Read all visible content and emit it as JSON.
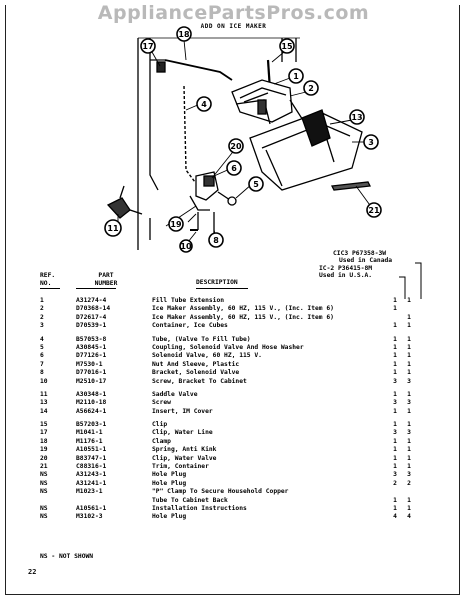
{
  "watermark": "AppliancePartsPros.com",
  "section_title": "ADD ON ICE MAKER",
  "callouts": [
    "17",
    "18",
    "15",
    "1",
    "2",
    "4",
    "13",
    "3",
    "20",
    "6",
    "5",
    "11",
    "19",
    "8",
    "10",
    "21"
  ],
  "used_in": {
    "line1": "CIC3 P67358-3W",
    "line2": "Used in Canada",
    "line3": "IC-2 P36415-8M",
    "line4": "Used in U.S.A."
  },
  "table": {
    "headers": {
      "ref": "REF.",
      "no": "NO.",
      "part": "PART",
      "number": "NUMBER",
      "description": "DESCRIPTION"
    },
    "rows": [
      {
        "ref": "1",
        "part": "A31274-4",
        "desc": "Fill Tube Extension",
        "q1": "1",
        "q2": "1",
        "gap": false
      },
      {
        "ref": "2",
        "part": "D70368-14",
        "desc": "Ice Maker Assembly, 60 HZ, 115 V., (Inc. Item 6)",
        "q1": "1",
        "q2": "",
        "gap": false
      },
      {
        "ref": "2",
        "part": "D72617-4",
        "desc": "Ice Maker Assembly, 60 HZ, 115 V., (Inc. Item 6)",
        "q1": "",
        "q2": "1",
        "gap": false
      },
      {
        "ref": "3",
        "part": "D70539-1",
        "desc": "Container, Ice Cubes",
        "q1": "1",
        "q2": "1",
        "gap": false
      },
      {
        "ref": "4",
        "part": "B57053-8",
        "desc": "Tube, (Valve To Fill Tube)",
        "q1": "1",
        "q2": "1",
        "gap": true
      },
      {
        "ref": "5",
        "part": "A30845-1",
        "desc": "Coupling, Solenoid Valve And Hose Washer",
        "q1": "1",
        "q2": "1",
        "gap": false
      },
      {
        "ref": "6",
        "part": "D77126-1",
        "desc": "Solenoid Valve, 60 HZ, 115 V.",
        "q1": "1",
        "q2": "1",
        "gap": false
      },
      {
        "ref": "7",
        "part": "M7530-1",
        "desc": "Nut And Sleeve, Plastic",
        "q1": "1",
        "q2": "1",
        "gap": false
      },
      {
        "ref": "8",
        "part": "D77016-1",
        "desc": "Bracket, Solenoid Valve",
        "q1": "1",
        "q2": "1",
        "gap": false
      },
      {
        "ref": "10",
        "part": "M2510-17",
        "desc": "Screw, Bracket To Cabinet",
        "q1": "3",
        "q2": "3",
        "gap": false
      },
      {
        "ref": "11",
        "part": "A30348-1",
        "desc": "Saddle Valve",
        "q1": "1",
        "q2": "1",
        "gap": true
      },
      {
        "ref": "13",
        "part": "M2110-18",
        "desc": "Screw",
        "q1": "3",
        "q2": "3",
        "gap": false
      },
      {
        "ref": "14",
        "part": "A56624-1",
        "desc": "Insert, IM Cover",
        "q1": "1",
        "q2": "1",
        "gap": false
      },
      {
        "ref": "15",
        "part": "B57203-1",
        "desc": "Clip",
        "q1": "1",
        "q2": "1",
        "gap": true
      },
      {
        "ref": "17",
        "part": "M1041-1",
        "desc": "Clip, Water Line",
        "q1": "3",
        "q2": "3",
        "gap": false
      },
      {
        "ref": "18",
        "part": "M1176-1",
        "desc": "Clamp",
        "q1": "1",
        "q2": "1",
        "gap": false
      },
      {
        "ref": "19",
        "part": "A10551-1",
        "desc": "Spring, Anti Kink",
        "q1": "1",
        "q2": "1",
        "gap": false
      },
      {
        "ref": "20",
        "part": "B83747-1",
        "desc": "Clip, Water Valve",
        "q1": "1",
        "q2": "1",
        "gap": false
      },
      {
        "ref": "21",
        "part": "C88316-1",
        "desc": "Trim, Container",
        "q1": "1",
        "q2": "1",
        "gap": false
      },
      {
        "ref": "NS",
        "part": "A31243-1",
        "desc": "Hole Plug",
        "q1": "3",
        "q2": "3",
        "gap": false
      },
      {
        "ref": "NS",
        "part": "A31241-1",
        "desc": "Hole Plug",
        "q1": "2",
        "q2": "2",
        "gap": false
      },
      {
        "ref": "NS",
        "part": "M1023-1",
        "desc": "\"P\" Clamp To Secure Household Copper",
        "q1": "",
        "q2": "",
        "gap": false
      },
      {
        "ref": "",
        "part": "",
        "desc": "Tube To Cabinet Back",
        "q1": "1",
        "q2": "1",
        "gap": false
      },
      {
        "ref": "NS",
        "part": "A10561-1",
        "desc": "Installation Instructions",
        "q1": "1",
        "q2": "1",
        "gap": false
      },
      {
        "ref": "NS",
        "part": "M3102-3",
        "desc": "Hole Plug",
        "q1": "4",
        "q2": "4",
        "gap": false
      }
    ]
  },
  "footnote": "NS - NOT SHOWN",
  "page_number": "22"
}
